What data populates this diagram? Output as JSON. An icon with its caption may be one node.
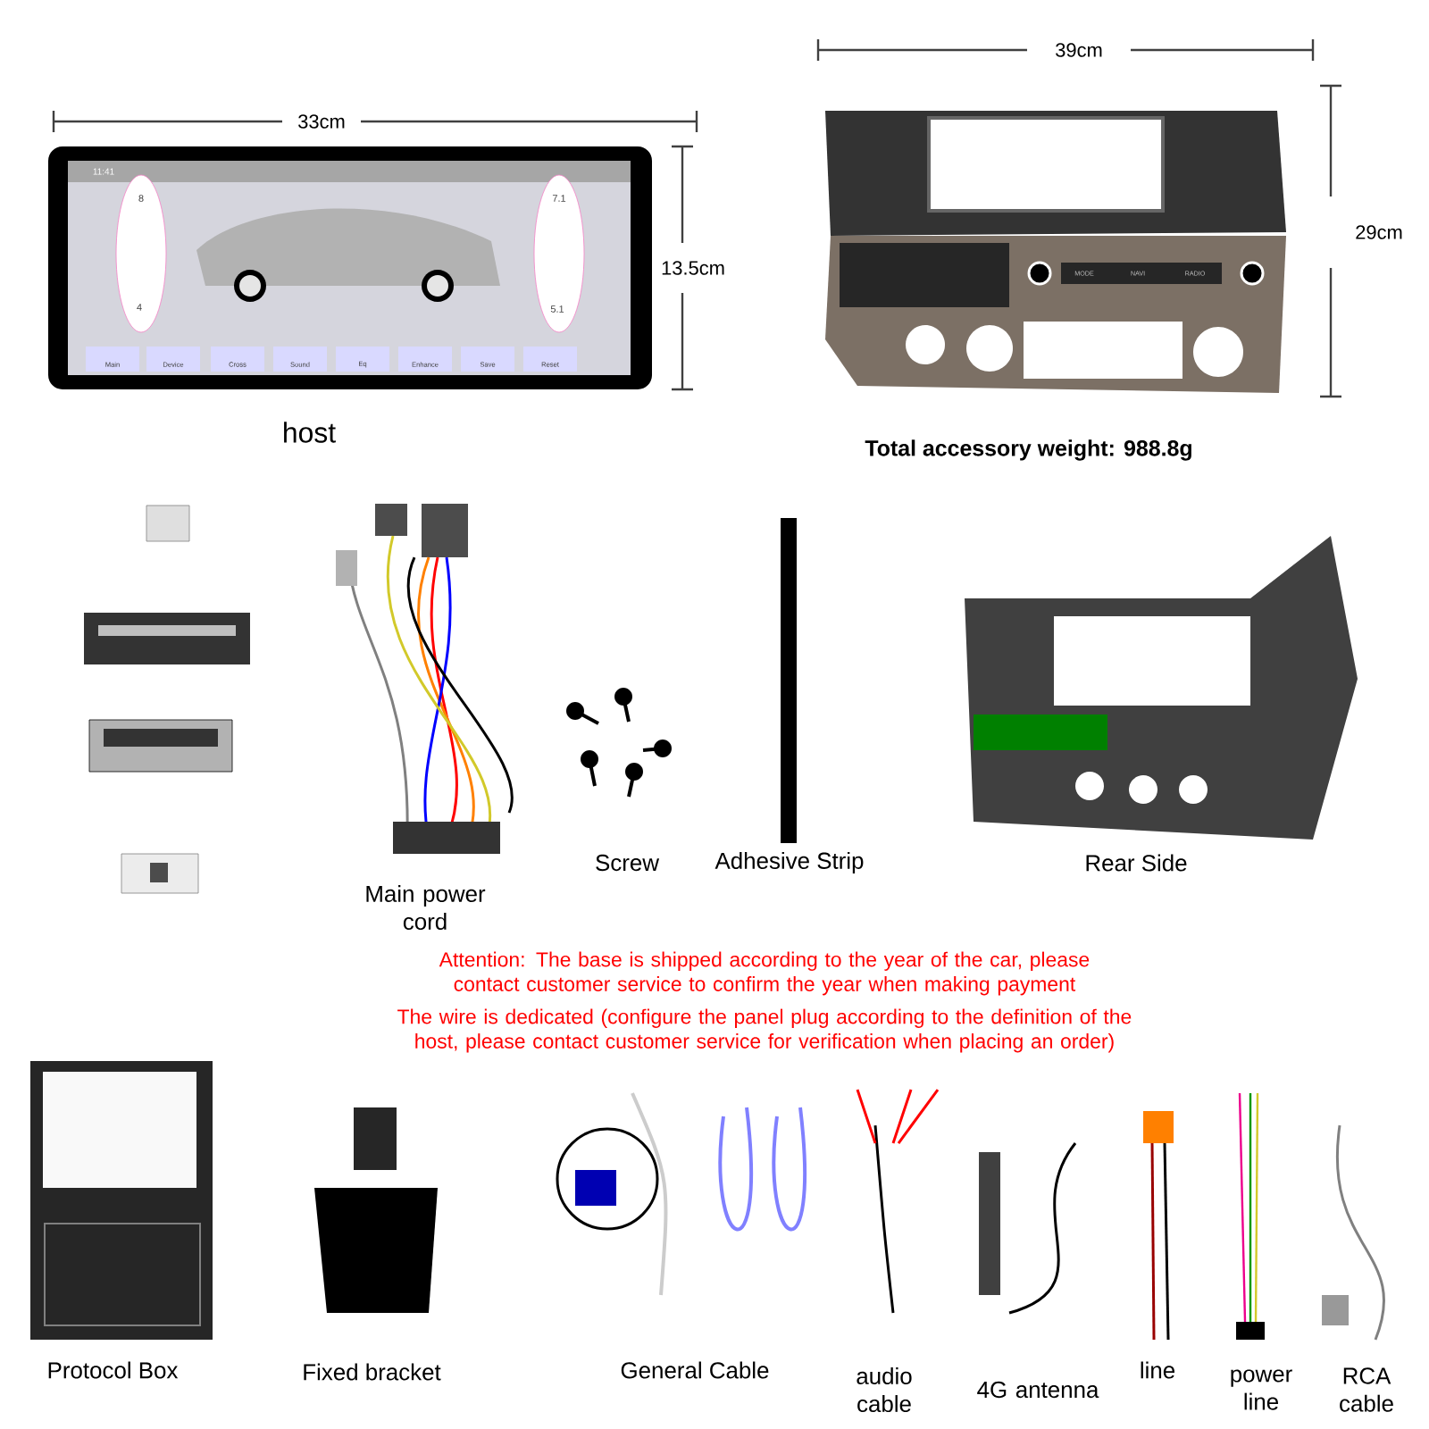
{
  "diagram": {
    "labels": [
      "33cm",
      "39cm",
      "11:41",
      "8",
      "7.1",
      "13.5cm",
      "29cm",
      "MODE",
      "NAVI",
      "RADIO",
      "4",
      "5.1",
      "Main",
      "Device",
      "Cross",
      "Sound",
      "Eq",
      "Enhance",
      "Save",
      "Reset",
      "host",
      "Total accessory weight: 988.8g",
      "Main power cord",
      "Screw",
      "Adhesive Strip",
      "Rear Side",
      "Attention: The base is shipped according to the year of the car, please contact customer service to confirm the year when making payment",
      "The wire is dedicated (configure the panel plug according to the definition of the host, please contact customer service for verification when placing an order)",
      "Protocol Box",
      "Fixed bracket",
      "General Cable",
      "audio cable",
      "4G antenna",
      "line",
      "power line",
      "RCA cable"
    ]
  }
}
